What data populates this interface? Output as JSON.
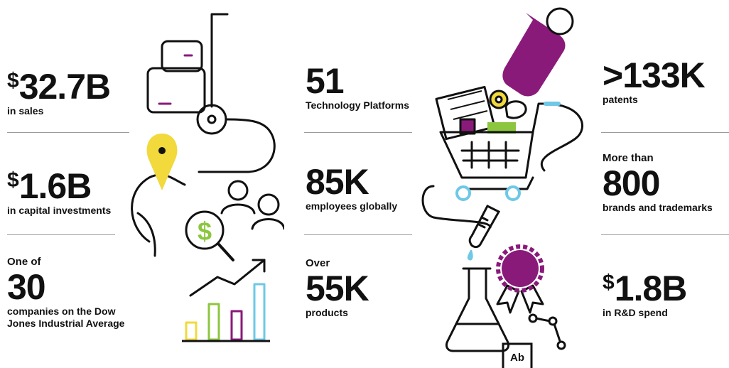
{
  "colors": {
    "ink": "#111111",
    "purple": "#8a1a7a",
    "yellow": "#f2d93c",
    "green": "#8cc63f",
    "light_blue": "#6ec8e6",
    "rule": "#9c9c9c"
  },
  "icons": {
    "left": [
      "hand-truck-icon",
      "boxes-icon",
      "map-pin-icon",
      "globe-icon",
      "people-icon",
      "dollar-magnifier-icon",
      "growth-arrow-icon",
      "bar-chart-icon"
    ],
    "right": [
      "price-tag-icon",
      "shopping-cart-icon",
      "test-tube-icon",
      "flask-icon",
      "award-ribbon-icon",
      "molecule-icon",
      "label-box-icon"
    ]
  },
  "stats": {
    "sales": {
      "currency": "$",
      "value": "32.7B",
      "label": "in sales"
    },
    "capital": {
      "currency": "$",
      "value": "1.6B",
      "label": "in capital investments"
    },
    "dow": {
      "pre": "One of",
      "value": "30",
      "label": "companies on the Dow Jones Industrial Average"
    },
    "platforms": {
      "value": "51",
      "label": "Technology Platforms"
    },
    "employees": {
      "value": "85K",
      "label": "employees globally"
    },
    "products": {
      "pre": "Over",
      "value": "55K",
      "label": "products"
    },
    "patents": {
      "value": ">133K",
      "label": "patents"
    },
    "brands": {
      "pre": "More than",
      "value": "800",
      "label": "brands and trademarks"
    },
    "rnd": {
      "currency": "$",
      "value": "1.8B",
      "label": "in R&D spend"
    }
  },
  "illustration_text": {
    "dollar": "$",
    "tag_label": "Ab"
  }
}
